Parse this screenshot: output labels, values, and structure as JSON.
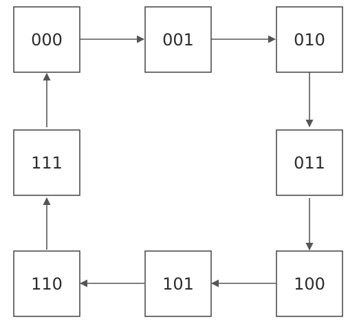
{
  "diagram": {
    "nodes": [
      {
        "id": "n000",
        "label": "000"
      },
      {
        "id": "n001",
        "label": "001"
      },
      {
        "id": "n010",
        "label": "010"
      },
      {
        "id": "n011",
        "label": "011"
      },
      {
        "id": "n100",
        "label": "100"
      },
      {
        "id": "n101",
        "label": "101"
      },
      {
        "id": "n110",
        "label": "110"
      },
      {
        "id": "n111",
        "label": "111"
      }
    ],
    "edges": [
      {
        "from": "n000",
        "to": "n001"
      },
      {
        "from": "n001",
        "to": "n010"
      },
      {
        "from": "n010",
        "to": "n011"
      },
      {
        "from": "n011",
        "to": "n100"
      },
      {
        "from": "n100",
        "to": "n101"
      },
      {
        "from": "n101",
        "to": "n110"
      },
      {
        "from": "n110",
        "to": "n111"
      },
      {
        "from": "n111",
        "to": "n000"
      }
    ],
    "colors": {
      "box_stroke": "#404040",
      "arrow": "#555555",
      "text": "#2b2b2b",
      "background": "#ffffff"
    }
  }
}
